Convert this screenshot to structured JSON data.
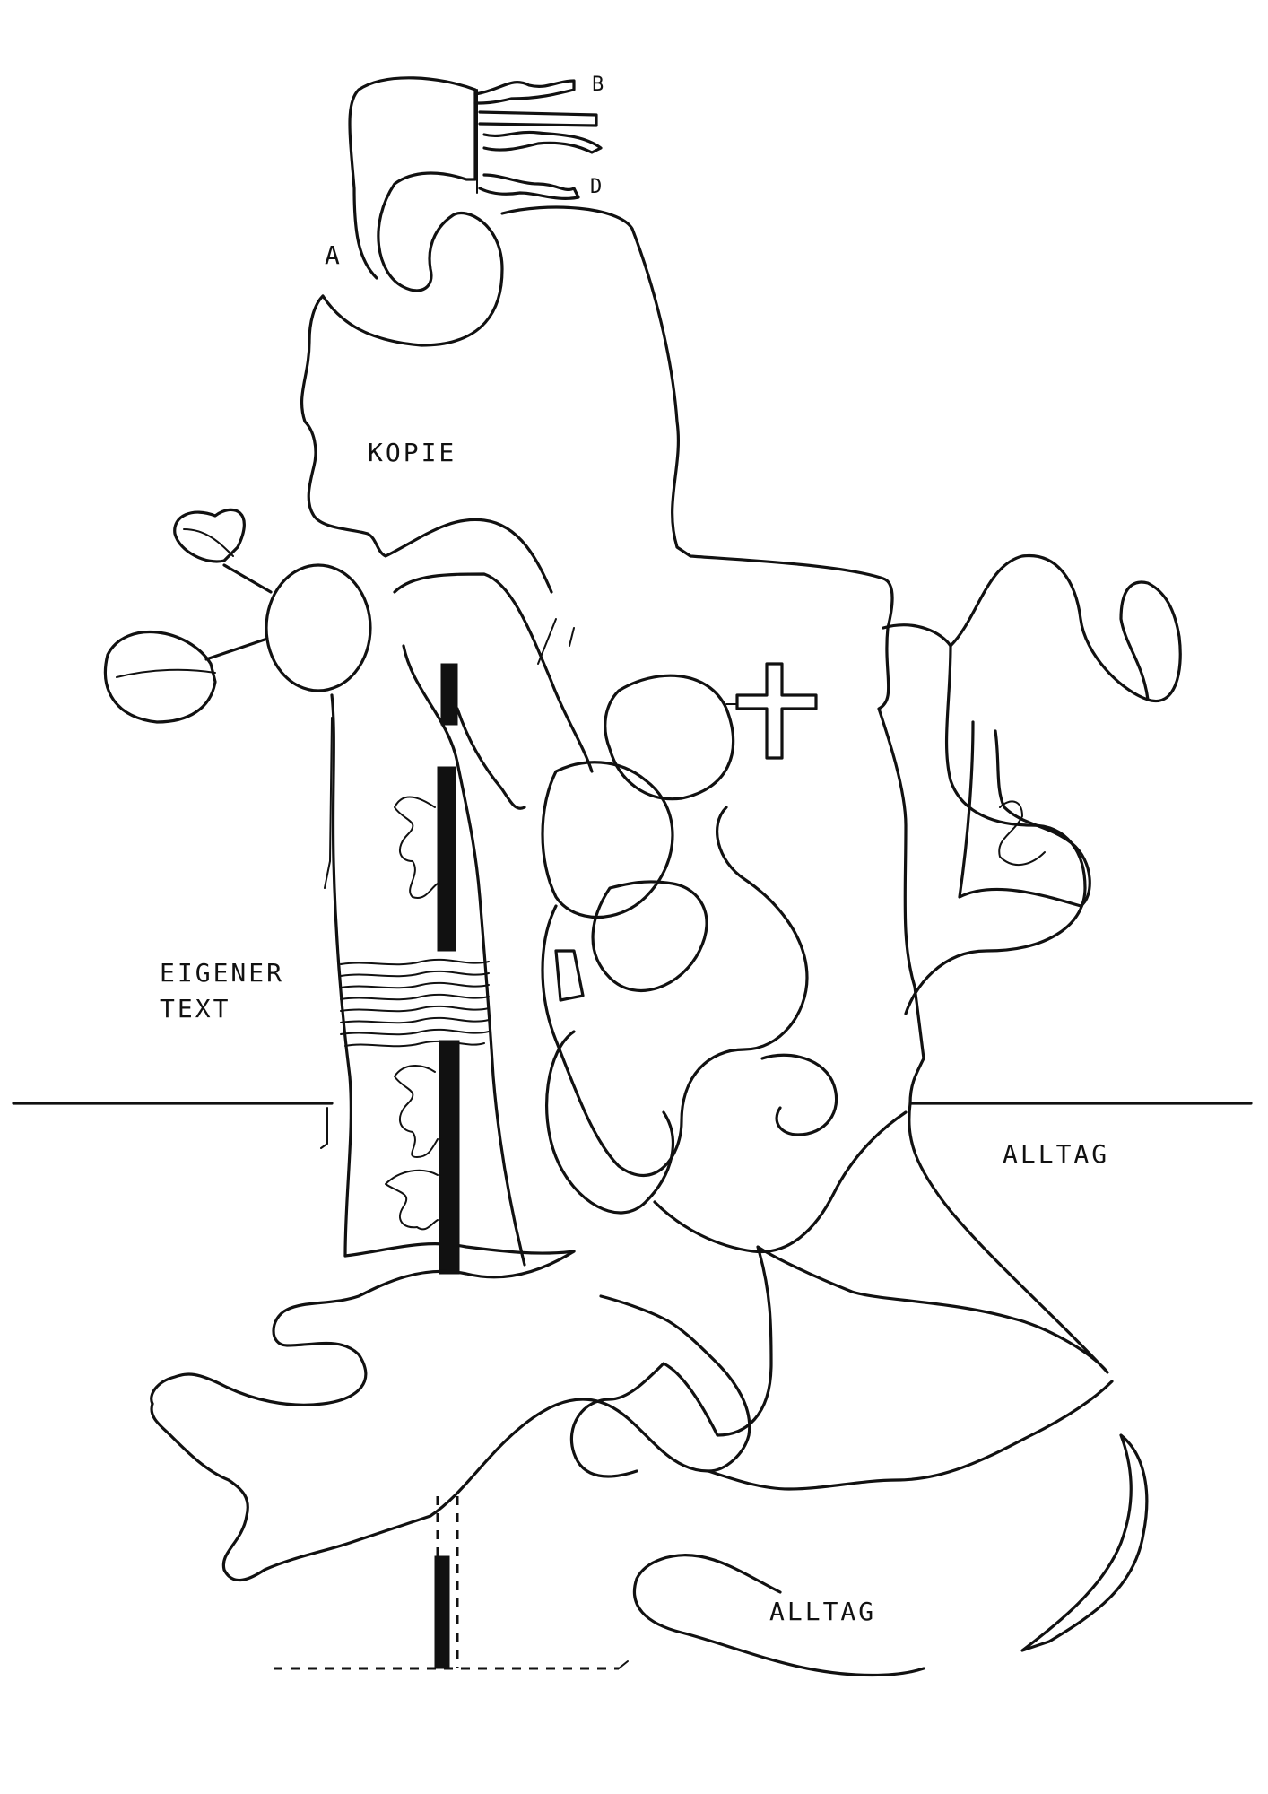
{
  "diagram": {
    "labels": {
      "a": "A",
      "b": "B",
      "d": "D",
      "kopie": "KOPIE",
      "eigener_line1": "EIGENER",
      "eigener_line2": "TEXT",
      "alltag_right": "ALLTAG",
      "alltag_bottom": "ALLTAG"
    },
    "colors": {
      "ink": "#111111",
      "paper": "#ffffff"
    }
  }
}
